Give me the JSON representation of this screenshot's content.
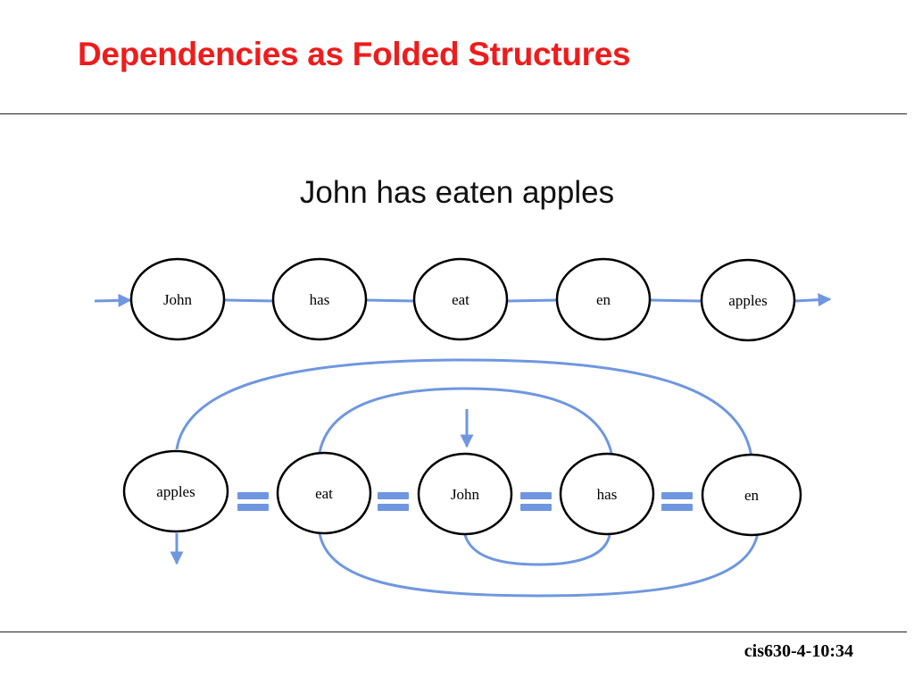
{
  "slide": {
    "title": "Dependencies as Folded Structures",
    "sentence": "John has eaten apples",
    "footer": "cis630-4-10:34"
  },
  "colors": {
    "title": "#ee1c1c",
    "edge": "#6f97e0",
    "node_stroke": "#000000"
  },
  "diagram": {
    "linear_chain": {
      "nodes": [
        "John",
        "has",
        "eat",
        "en",
        "apples"
      ]
    },
    "folded_structure": {
      "nodes": [
        "apples",
        "eat",
        "John",
        "has",
        "en"
      ],
      "separator_symbol": "="
    }
  }
}
